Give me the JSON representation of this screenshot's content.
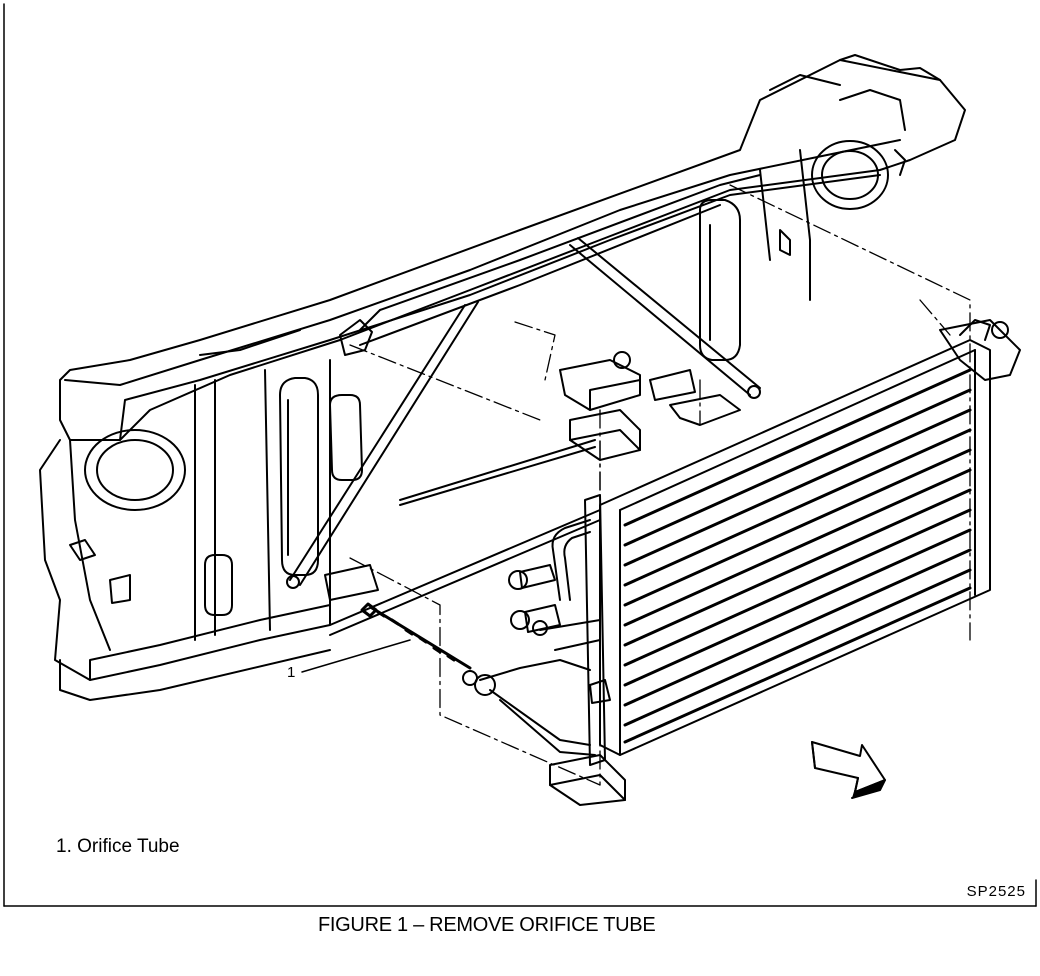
{
  "figure": {
    "caption": "FIGURE 1 – REMOVE ORIFICE TUBE",
    "code": "SP2525"
  },
  "callouts": [
    {
      "number": "1",
      "label": "1. Orifice Tube"
    }
  ]
}
